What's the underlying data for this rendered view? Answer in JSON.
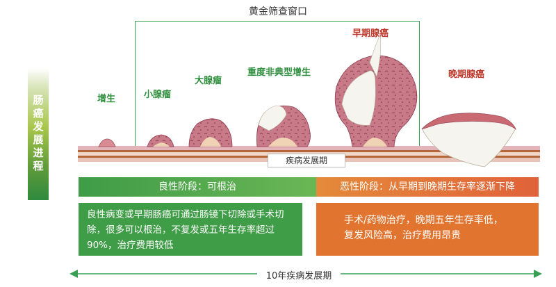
{
  "window_title": "黄金筛查窗口",
  "side_label": "肠癌发展进程",
  "stages": [
    {
      "label": "增生",
      "color": "#2f8f3e"
    },
    {
      "label": "小腺瘤",
      "color": "#2f8f3e"
    },
    {
      "label": "大腺瘤",
      "color": "#2f8f3e"
    },
    {
      "label": "重度非典型增生",
      "color": "#2f8f3e"
    },
    {
      "label": "早期腺癌",
      "color": "#c0392b"
    },
    {
      "label": "晚期腺癌",
      "color": "#c0392b"
    }
  ],
  "axis_label": "疾病发展期",
  "bars": {
    "benign": "良性阶段：可根治",
    "malignant": "恶性阶段：从早期到晚期生存率逐渐下降"
  },
  "descriptions": {
    "benign": "良性病变或早期肠癌可通过肠镜下切除或手术切除，很多可以根治，不复发或五年生存率超过90%，治疗费用较低",
    "malignant": "手术/药物治疗，晚期五年生存率低，复发风险高，治疗费用昂贵"
  },
  "timeline_label": "10年疾病发展期"
}
